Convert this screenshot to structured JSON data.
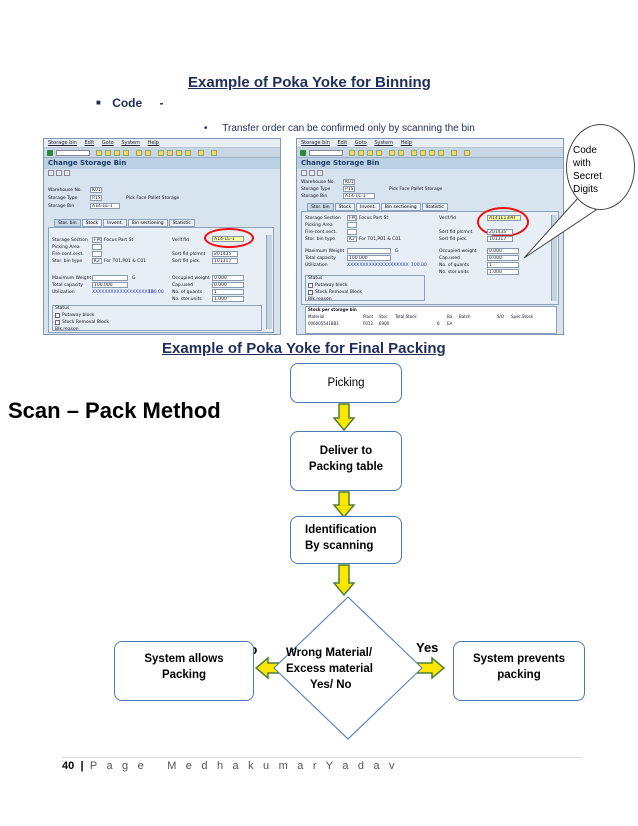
{
  "heading_binning": "Example of Poka Yoke for Binning",
  "bullet": {
    "symbol": "■",
    "label": "Code",
    "dash": "-"
  },
  "sub_bullet": {
    "symbol": "•",
    "text": "Transfer order can be confirmed only by scanning the bin"
  },
  "sap_left": {
    "menu": [
      "Storage bin",
      "Edit",
      "Goto",
      "System",
      "Help"
    ],
    "title": "Change Storage Bin",
    "header_fields": [
      {
        "label": "Warehouse No.",
        "value": "K01"
      },
      {
        "label": "Storage Type",
        "value": "P1S",
        "extra": "Pick Face Pallet Storage"
      },
      {
        "label": "Storage Bin",
        "value": "A14-1E-1"
      }
    ],
    "tabs": [
      "Stor. bin",
      "Stock",
      "Invent.",
      "Bin sectioning",
      "Statistic"
    ],
    "left_fields": [
      {
        "label": "Storage Section",
        "value": "FPC",
        "extra": "Focus Part St"
      },
      {
        "label": "Picking Area",
        "value": ""
      },
      {
        "label": "Fire-cont.sect.",
        "value": ""
      },
      {
        "label": "Stor. bin type",
        "value": "K2",
        "extra": "For T01,P01 & C01"
      }
    ],
    "right_fields": [
      {
        "label": "Verif.fld",
        "value": "A14-1E-1"
      },
      {
        "label": "Sort fld plcmnt",
        "value": "201435"
      },
      {
        "label": "Sort fld pick.",
        "value": "101317"
      }
    ],
    "weights_left": [
      {
        "label": "Maximum Weight",
        "value": "",
        "unit": "G"
      },
      {
        "label": "Total capacity",
        "value": "100.000"
      },
      {
        "label": "Utilization",
        "value": "XXXXXXXXXXXXXXXXXXXX",
        "extra": "100.00"
      }
    ],
    "weights_right": [
      {
        "label": "Occupied weight",
        "value": "0.000"
      },
      {
        "label": "Cap.used",
        "value": "0.000"
      },
      {
        "label": "No. of quants",
        "value": "1"
      },
      {
        "label": "No. stor.units",
        "value": "1.000"
      }
    ],
    "status_title": "Status",
    "status_items": [
      "Putaway block",
      "Stock Removal Block",
      "Blk.reason"
    ]
  },
  "sap_right": {
    "menu": [
      "Storage bin",
      "Edit",
      "Goto",
      "System",
      "Help"
    ],
    "title": "Change Storage Bin",
    "header_fields": [
      {
        "label": "Warehouse No.",
        "value": "K01"
      },
      {
        "label": "Storage Type",
        "value": "P1S",
        "extra": "Pick Face Pallet Storage"
      },
      {
        "label": "Storage Bin",
        "value": "A14-1E-1"
      }
    ],
    "tabs": [
      "Stor. bin",
      "Stock",
      "Invent.",
      "Bin sectioning",
      "Statistic"
    ],
    "left_fields": [
      {
        "label": "Storage Section",
        "value": "FPC",
        "extra": "Focus Part St"
      },
      {
        "label": "Picking Area",
        "value": ""
      },
      {
        "label": "Fire-cont.sect.",
        "value": ""
      },
      {
        "label": "Stor. bin type",
        "value": "K2",
        "extra": "For T01,P01 & C01"
      }
    ],
    "right_fields": [
      {
        "label": "Verif.fld",
        "value": "A141E13PH"
      },
      {
        "label": "Sort fld plcmnt",
        "value": "201435"
      },
      {
        "label": "Sort fld pick.",
        "value": "101317"
      }
    ],
    "weights_left": [
      {
        "label": "Maximum Weight",
        "value": "",
        "unit": "G"
      },
      {
        "label": "Total capacity",
        "value": "100.000"
      },
      {
        "label": "Utilization",
        "value": "XXXXXXXXXXXXXXXXXXXX",
        "extra": "100.00"
      }
    ],
    "weights_right": [
      {
        "label": "Occupied weight",
        "value": "0.000"
      },
      {
        "label": "Cap.used",
        "value": "0.000"
      },
      {
        "label": "No. of quants",
        "value": "1"
      },
      {
        "label": "No. stor.units",
        "value": "1.000"
      }
    ],
    "status_title": "Status",
    "status_items": [
      "Putaway block",
      "Stock Removal Block",
      "Blk.reason"
    ],
    "stock_table_title": "Stock per storage bin",
    "stock_columns": [
      "Material",
      "Plant",
      "Stor.",
      "Total Stock",
      "Ba",
      "Batch",
      "S/O",
      "Spec.Stock"
    ],
    "stock_row": {
      "material": "0060055418B1",
      "plant": "F013",
      "stor": "E900",
      "total": "6",
      "ba": "EA"
    }
  },
  "callout": [
    "Code",
    "with",
    "Secret",
    "Digits"
  ],
  "heading_packing": "Example of Poka Yoke for Final Packing",
  "method_title": "Scan – Pack Method",
  "flow": {
    "picking": "Picking",
    "deliver": [
      "Deliver to",
      "Packing table"
    ],
    "identification": [
      "Identification",
      "By scanning"
    ],
    "decision": [
      "Wrong Material/",
      "Excess material",
      "Yes/ No"
    ],
    "no_label": "No",
    "yes_label": "Yes",
    "allows": [
      "System allows",
      "Packing"
    ],
    "prevents": [
      "System prevents",
      "packing"
    ]
  },
  "colors": {
    "heading": "#1f2d5a",
    "box_border": "#4a7ab5",
    "arrow_fill": "#ffe600",
    "arrow_stroke": "#4f7f3c",
    "highlight_ellipse": "#e11111"
  },
  "footer": {
    "page": "40",
    "sep": "|",
    "page_word": "P a g e",
    "author": "M e d h a   k u m a r   Y a d a v"
  }
}
